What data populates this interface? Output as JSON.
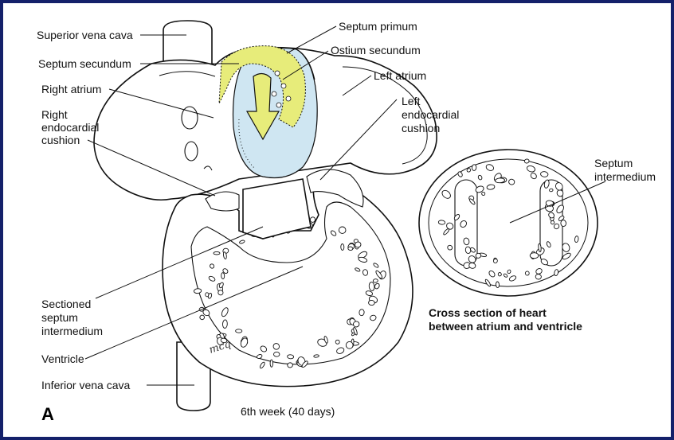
{
  "labels": {
    "superior_vena_cava": "Superior vena cava",
    "septum_secundum": "Septum secundum",
    "right_atrium": "Right atrium",
    "right_endocardial_cushion": [
      "Right",
      "endocardial",
      "cushion"
    ],
    "septum_primum": "Septum primum",
    "ostium_secundum": "Ostium secundum",
    "left_atrium": "Left atrium",
    "left_endocardial_cushion": [
      "Left",
      "endocardial",
      "cushion"
    ],
    "septum_intermedium": [
      "Septum",
      "intermedium"
    ],
    "sectioned_septum_intermedium": [
      "Sectioned",
      "septum",
      "intermedium"
    ],
    "ventricle": "Ventricle",
    "inferior_vena_cava": "Inferior vena cava"
  },
  "caption": [
    "Cross section of heart",
    "between atrium and ventricle"
  ],
  "panel_letter": "A",
  "stage": "6th week (40 days)",
  "signature": "mcq",
  "colors": {
    "frame": "#14206a",
    "septum_secundum": "#e7ec7a",
    "septum_primum": "#cfe6f2",
    "arrow": "#e7ec7a"
  }
}
